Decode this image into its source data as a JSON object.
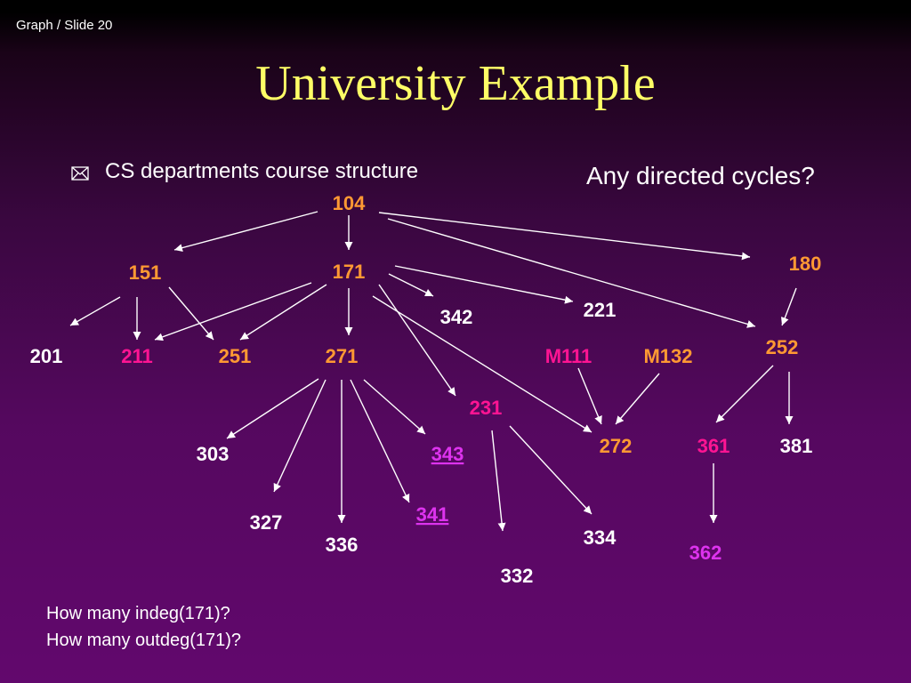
{
  "header": {
    "slide_label": "Graph / Slide 20"
  },
  "title": "University Example",
  "bullet": {
    "text": "CS departments course structure"
  },
  "question": "Any directed cycles?",
  "bottom_questions": [
    "How many indeg(171)?",
    "How many outdeg(171)?"
  ],
  "colors": {
    "orange": "#ff9933",
    "magenta": "#ff1493",
    "purple": "#dd33ee",
    "white": "#ffffff",
    "title": "#ffff66"
  },
  "nodes": {
    "n104": {
      "label": "104",
      "color": "#ff9933",
      "underline": false
    },
    "n151": {
      "label": "151",
      "color": "#ff9933",
      "underline": false
    },
    "n171": {
      "label": "171",
      "color": "#ff9933",
      "underline": false
    },
    "n180": {
      "label": "180",
      "color": "#ff9933",
      "underline": false
    },
    "n342": {
      "label": "342",
      "color": "#ffffff",
      "underline": false
    },
    "n221": {
      "label": "221",
      "color": "#ffffff",
      "underline": false
    },
    "n252": {
      "label": "252",
      "color": "#ff9933",
      "underline": false
    },
    "n201": {
      "label": "201",
      "color": "#ffffff",
      "underline": false
    },
    "n211": {
      "label": "211",
      "color": "#ff1493",
      "underline": false
    },
    "n251": {
      "label": "251",
      "color": "#ff9933",
      "underline": false
    },
    "n271": {
      "label": "271",
      "color": "#ff9933",
      "underline": false
    },
    "nM111": {
      "label": "M111",
      "color": "#ff1493",
      "underline": false
    },
    "nM132": {
      "label": "M132",
      "color": "#ff9933",
      "underline": false
    },
    "n231": {
      "label": "231",
      "color": "#ff1493",
      "underline": false
    },
    "n303": {
      "label": "303",
      "color": "#ffffff",
      "underline": false
    },
    "n343": {
      "label": "343",
      "color": "#dd33ee",
      "underline": true
    },
    "n272": {
      "label": "272",
      "color": "#ff9933",
      "underline": false
    },
    "n361": {
      "label": "361",
      "color": "#ff1493",
      "underline": false
    },
    "n381": {
      "label": "381",
      "color": "#ffffff",
      "underline": false
    },
    "n341": {
      "label": "341",
      "color": "#dd33ee",
      "underline": true
    },
    "n327": {
      "label": "327",
      "color": "#ffffff",
      "underline": false
    },
    "n336": {
      "label": "336",
      "color": "#ffffff",
      "underline": false
    },
    "n334": {
      "label": "334",
      "color": "#ffffff",
      "underline": false
    },
    "n362": {
      "label": "362",
      "color": "#dd33ee",
      "underline": false
    },
    "n332": {
      "label": "332",
      "color": "#ffffff",
      "underline": false
    }
  },
  "edges": [
    [
      "n104",
      "n151"
    ],
    [
      "n104",
      "n171"
    ],
    [
      "n104",
      "n180"
    ],
    [
      "n104",
      "n252"
    ],
    [
      "n151",
      "n201"
    ],
    [
      "n151",
      "n211"
    ],
    [
      "n151",
      "n251"
    ],
    [
      "n171",
      "n211"
    ],
    [
      "n171",
      "n251"
    ],
    [
      "n171",
      "n271"
    ],
    [
      "n171",
      "n342"
    ],
    [
      "n171",
      "n221"
    ],
    [
      "n171",
      "n231"
    ],
    [
      "n171",
      "n272"
    ],
    [
      "n180",
      "n252"
    ],
    [
      "n271",
      "n303"
    ],
    [
      "n271",
      "n327"
    ],
    [
      "n271",
      "n336"
    ],
    [
      "n271",
      "n341"
    ],
    [
      "n271",
      "n343"
    ],
    [
      "n231",
      "n332"
    ],
    [
      "n231",
      "n334"
    ],
    [
      "nM111",
      "n272"
    ],
    [
      "nM132",
      "n272"
    ],
    [
      "n252",
      "n361"
    ],
    [
      "n252",
      "n381"
    ],
    [
      "n361",
      "n362"
    ]
  ]
}
